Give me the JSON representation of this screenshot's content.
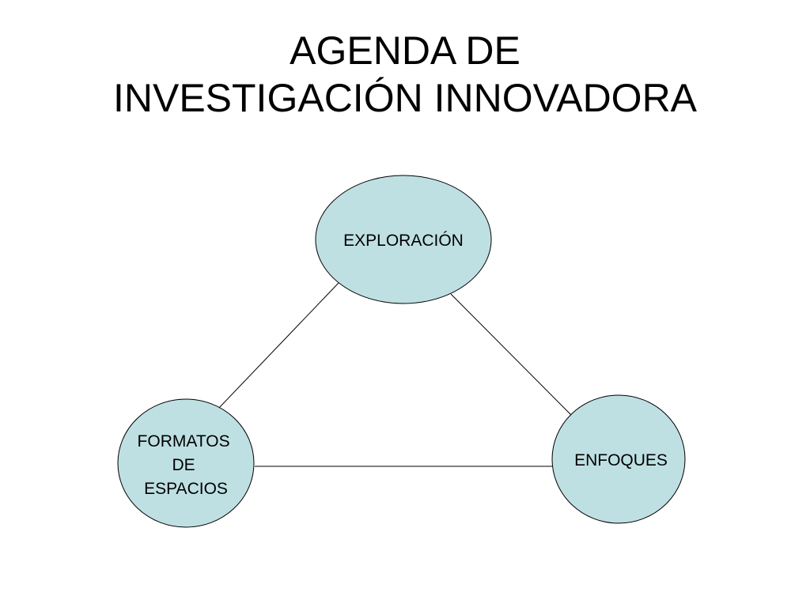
{
  "title": {
    "line1": "AGENDA DE",
    "line2": "INVESTIGACIÓN INNOVADORA"
  },
  "colors": {
    "node_fill": "#bfe0e3",
    "line": "#000000",
    "text": "#000000"
  },
  "nodes": [
    {
      "id": "exploracion",
      "lines": [
        "EXPLORACIÓN"
      ]
    },
    {
      "id": "formatos",
      "lines": [
        "FORMATOS",
        "DE",
        "ESPACIOS"
      ]
    },
    {
      "id": "enfoques",
      "lines": [
        "ENFOQUES"
      ]
    }
  ],
  "edges": [
    {
      "from": "exploracion",
      "to": "formatos"
    },
    {
      "from": "exploracion",
      "to": "enfoques"
    },
    {
      "from": "formatos",
      "to": "enfoques"
    }
  ]
}
